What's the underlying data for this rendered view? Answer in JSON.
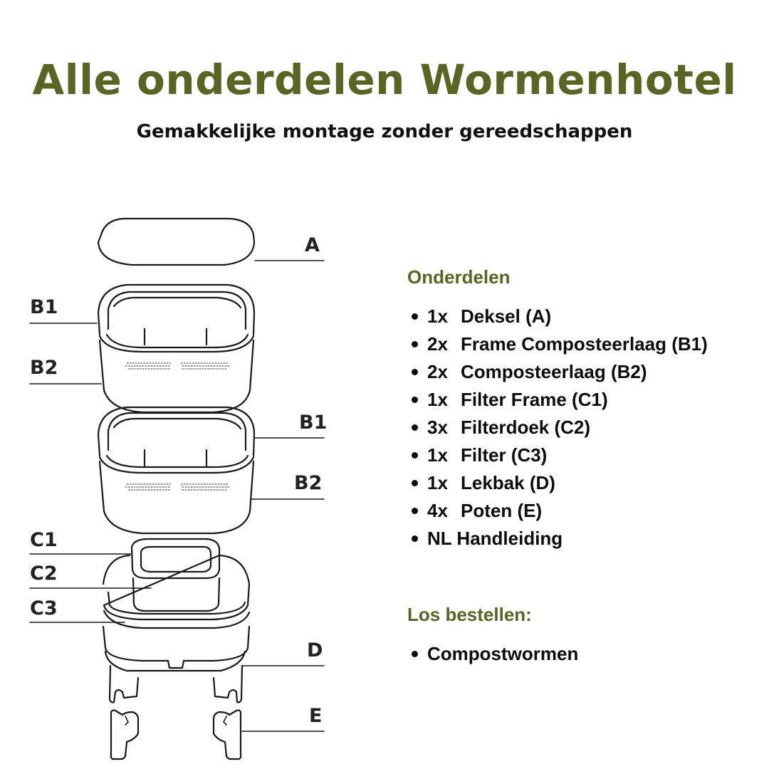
{
  "header": {
    "title": "Alle onderdelen Wormenhotel",
    "subtitle": "Gemakkelijke montage zonder gereedschappen"
  },
  "colors": {
    "accent": "#5a6524",
    "text": "#0d0d0d",
    "background": "#ffffff"
  },
  "diagram": {
    "labels": {
      "a": "A",
      "b1_top": "B1",
      "b2_top": "B2",
      "b1_bottom": "B1",
      "b2_bottom": "B2",
      "c1": "C1",
      "c2": "C2",
      "c3": "C3",
      "d": "D",
      "e": "E"
    }
  },
  "parts": {
    "title": "Onderdelen",
    "items": [
      {
        "qty": "1x",
        "name": "Deksel (A)"
      },
      {
        "qty": "2x",
        "name": "Frame Composteerlaag (B1)"
      },
      {
        "qty": "2x",
        "name": "Composteerlaag (B2)"
      },
      {
        "qty": "1x",
        "name": "Filter Frame (C1)"
      },
      {
        "qty": "3x",
        "name": "Filterdoek (C2)"
      },
      {
        "qty": "1x",
        "name": "Filter (C3)"
      },
      {
        "qty": "1x",
        "name": "Lekbak (D)"
      },
      {
        "qty": "4x",
        "name": "Poten (E)"
      },
      {
        "qty": "",
        "name": "NL Handleiding"
      }
    ]
  },
  "order_separately": {
    "title": "Los bestellen:",
    "items": [
      {
        "qty": "",
        "name": "Compostwormen"
      }
    ]
  }
}
